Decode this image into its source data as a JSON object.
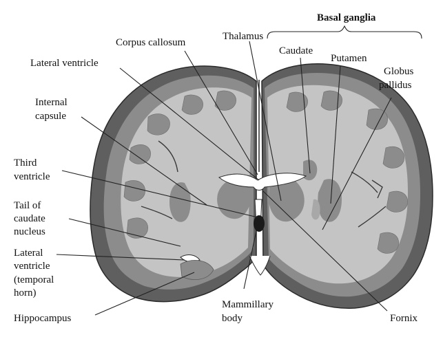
{
  "diagram": {
    "group_title": "Basal ganglia",
    "labels": {
      "corpus_callosum": "Corpus callosum",
      "thalamus": "Thalamus",
      "caudate": "Caudate",
      "putamen": "Putamen",
      "globus_1": "Globus",
      "globus_2": "pallidus",
      "lateral_ventricle": "Lateral ventricle",
      "internal_capsule_1": "Internal",
      "internal_capsule_2": "capsule",
      "third_ventricle_1": "Third",
      "third_ventricle_2": "ventricle",
      "tail_1": "Tail of",
      "tail_2": "caudate",
      "tail_3": "nucleus",
      "lat_temporal_1": "Lateral",
      "lat_temporal_2": "ventricle",
      "lat_temporal_3": "(temporal",
      "lat_temporal_4": "horn)",
      "hippocampus": "Hippocampus",
      "mammillary_1": "Mammillary",
      "mammillary_2": "body",
      "fornix": "Fornix"
    },
    "colors": {
      "cortex_dark": "#5f5f5f",
      "gray_matter": "#8c8c8c",
      "white_matter": "#c4c4c4",
      "outline": "#2a2a2a",
      "ventricle": "#ffffff"
    }
  }
}
